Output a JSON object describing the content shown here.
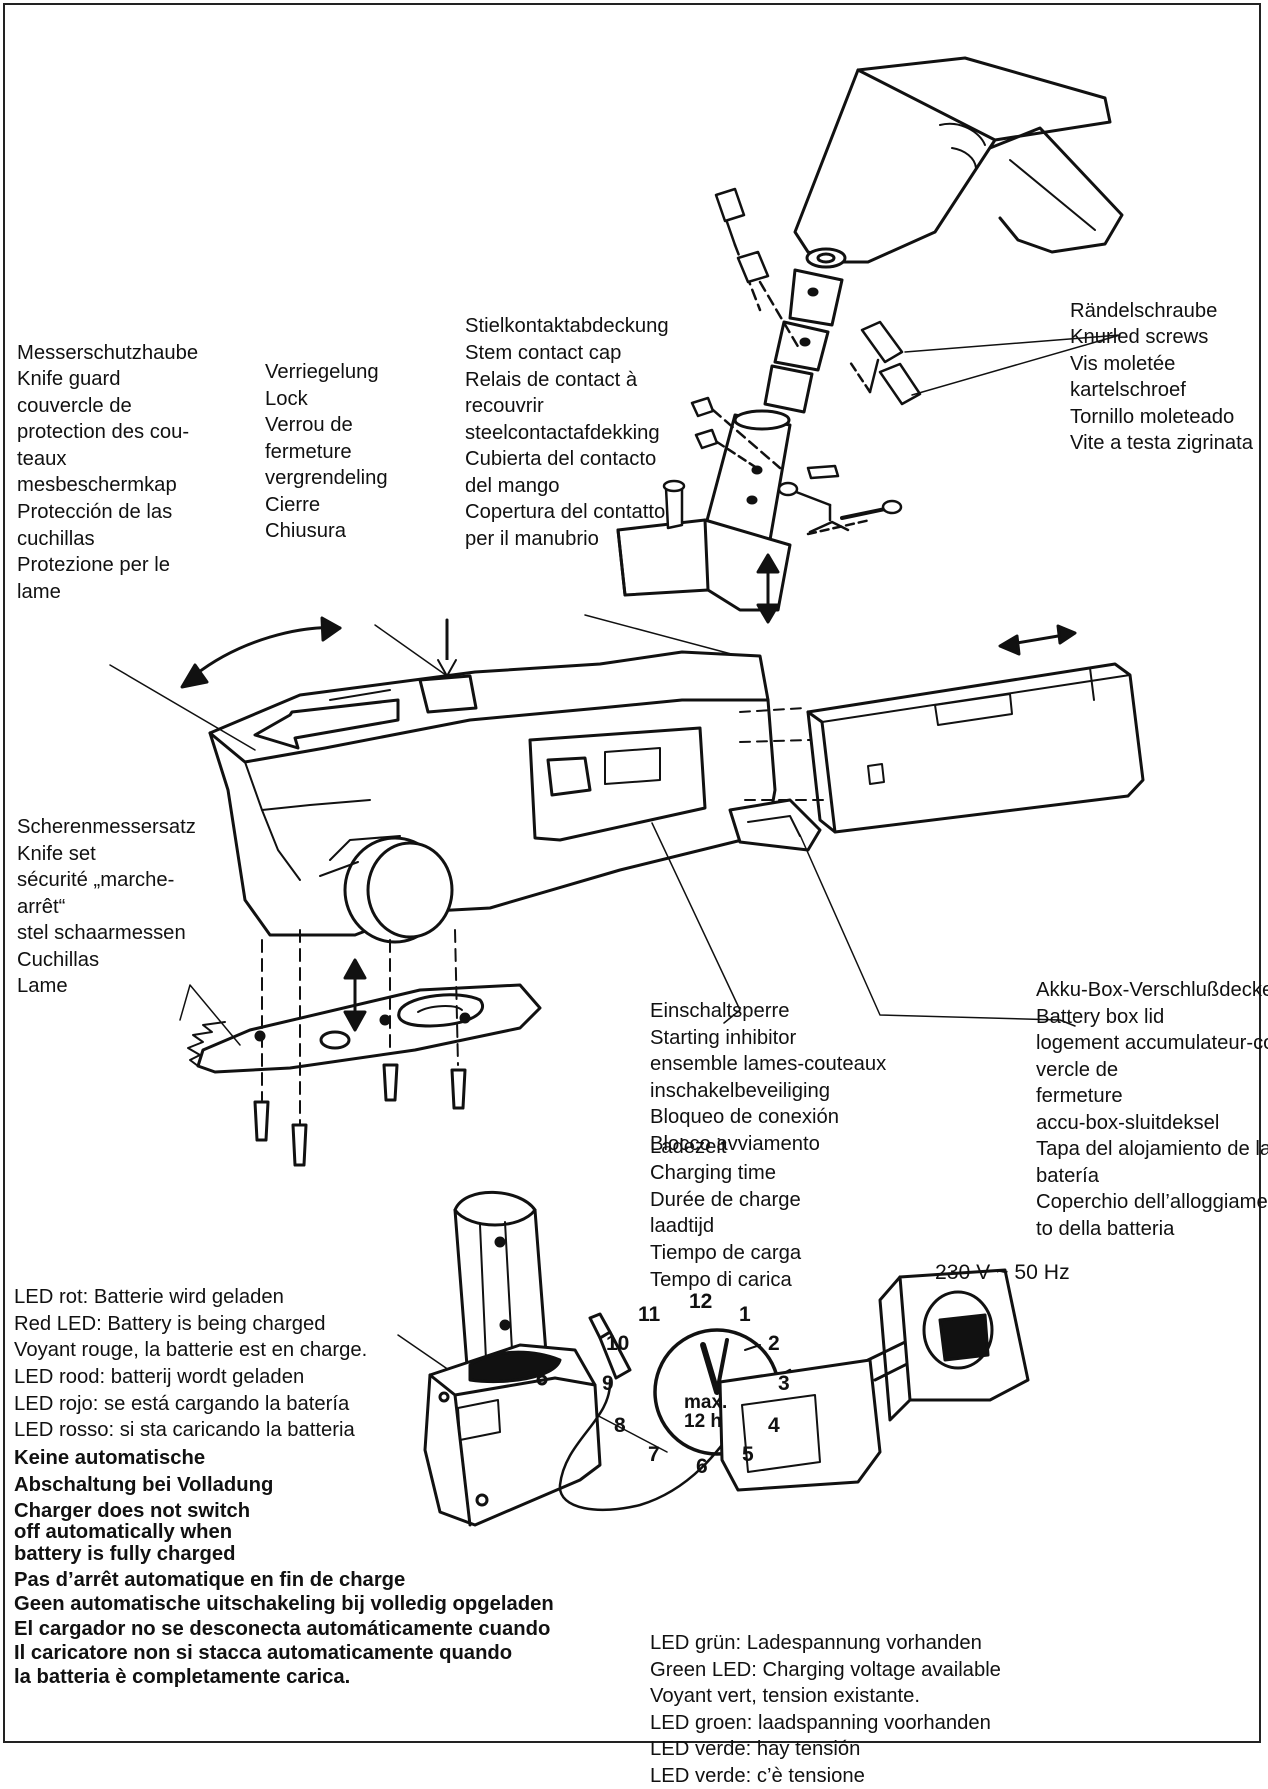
{
  "labels": {
    "knife_guard": [
      "Messerschutzhaube",
      "Knife guard",
      "couvercle de",
      "protection des cou-",
      "teaux",
      "mesbeschermkap",
      "Protección de las",
      "cuchillas",
      "Protezione per le",
      "lame"
    ],
    "lock": [
      "Verriegelung",
      "Lock",
      "Verrou de",
      "fermeture",
      "vergrendeling",
      "Cierre",
      "Chiusura"
    ],
    "stem_cap": [
      "Stielkontaktabdeckung",
      "Stem contact cap",
      "Relais de contact à",
      "recouvrir",
      "steelcontactafdekking",
      "Cubierta del contacto",
      "del mango",
      "Copertura del contatto",
      "per il manubrio"
    ],
    "knurled": [
      "Rändelschraube",
      "Knurled screws",
      "Vis moletée",
      "kartelschroef",
      "Tornillo moleteado",
      "Vite a testa zigrinata"
    ],
    "knife_set": [
      "Scherenmessersatz",
      "Knife set",
      "sécurité „marche-",
      "arrêt“",
      "stel schaarmessen",
      "Cuchillas",
      "Lame"
    ],
    "inhibitor": [
      "Einschaltsperre",
      "Starting inhibitor",
      "ensemble lames-couteaux",
      "inschakelbeveiliging",
      "Bloqueo de conexión",
      "Blocco avviamento"
    ],
    "battery_lid": [
      "Akku-Box-Verschlußdeckel",
      "Battery box lid",
      "logement accumulateur-cou-",
      "vercle de",
      "fermeture",
      "accu-box-sluitdeksel",
      "Tapa del alojamiento de la",
      "batería",
      "Coperchio dell’alloggiamen-",
      "to della batteria"
    ],
    "charging_time": [
      "Ladezeit",
      "Charging time",
      "Durée de charge",
      "laadtijd",
      "Tiempo de carga",
      "Tempo di carica"
    ],
    "red_led": [
      "LED rot: Batterie wird geladen",
      "Red LED: Battery is being charged",
      "Voyant rouge, la batterie est en charge.",
      "LED rood: batterij wordt geladen",
      "LED rojo: se está cargando la batería",
      "LED rosso: si sta caricando la batteria"
    ],
    "voltage": "230 V ~ 50 Hz",
    "warning_de": [
      "Keine automatische",
      "Abschaltung bei Volladung"
    ],
    "warning_en": [
      "Charger does not switch",
      "off automatically when",
      "battery is fully charged"
    ],
    "warning_other": [
      "Pas d’arrêt automatique en fin de charge",
      "Geen automatische uitschakeling bij volledig opgeladen",
      "El cargador no se desconecta automáticamente cuando",
      "Il caricatore non si stacca automaticamente quando",
      "la batteria è completamente carica."
    ],
    "green_led": [
      "LED grün: Ladespannung vorhanden",
      "Green LED: Charging voltage available",
      "Voyant vert, tension existante.",
      "LED groen: laadspanning voorhanden",
      "LED verde: hay tensión",
      "LED verde: c’è tensione"
    ]
  },
  "dial": {
    "numbers": [
      "12",
      "1",
      "2",
      "3",
      "4",
      "5",
      "6",
      "7",
      "8",
      "9",
      "10",
      "11"
    ],
    "center_line1": "max.",
    "center_line2": "12 h"
  }
}
